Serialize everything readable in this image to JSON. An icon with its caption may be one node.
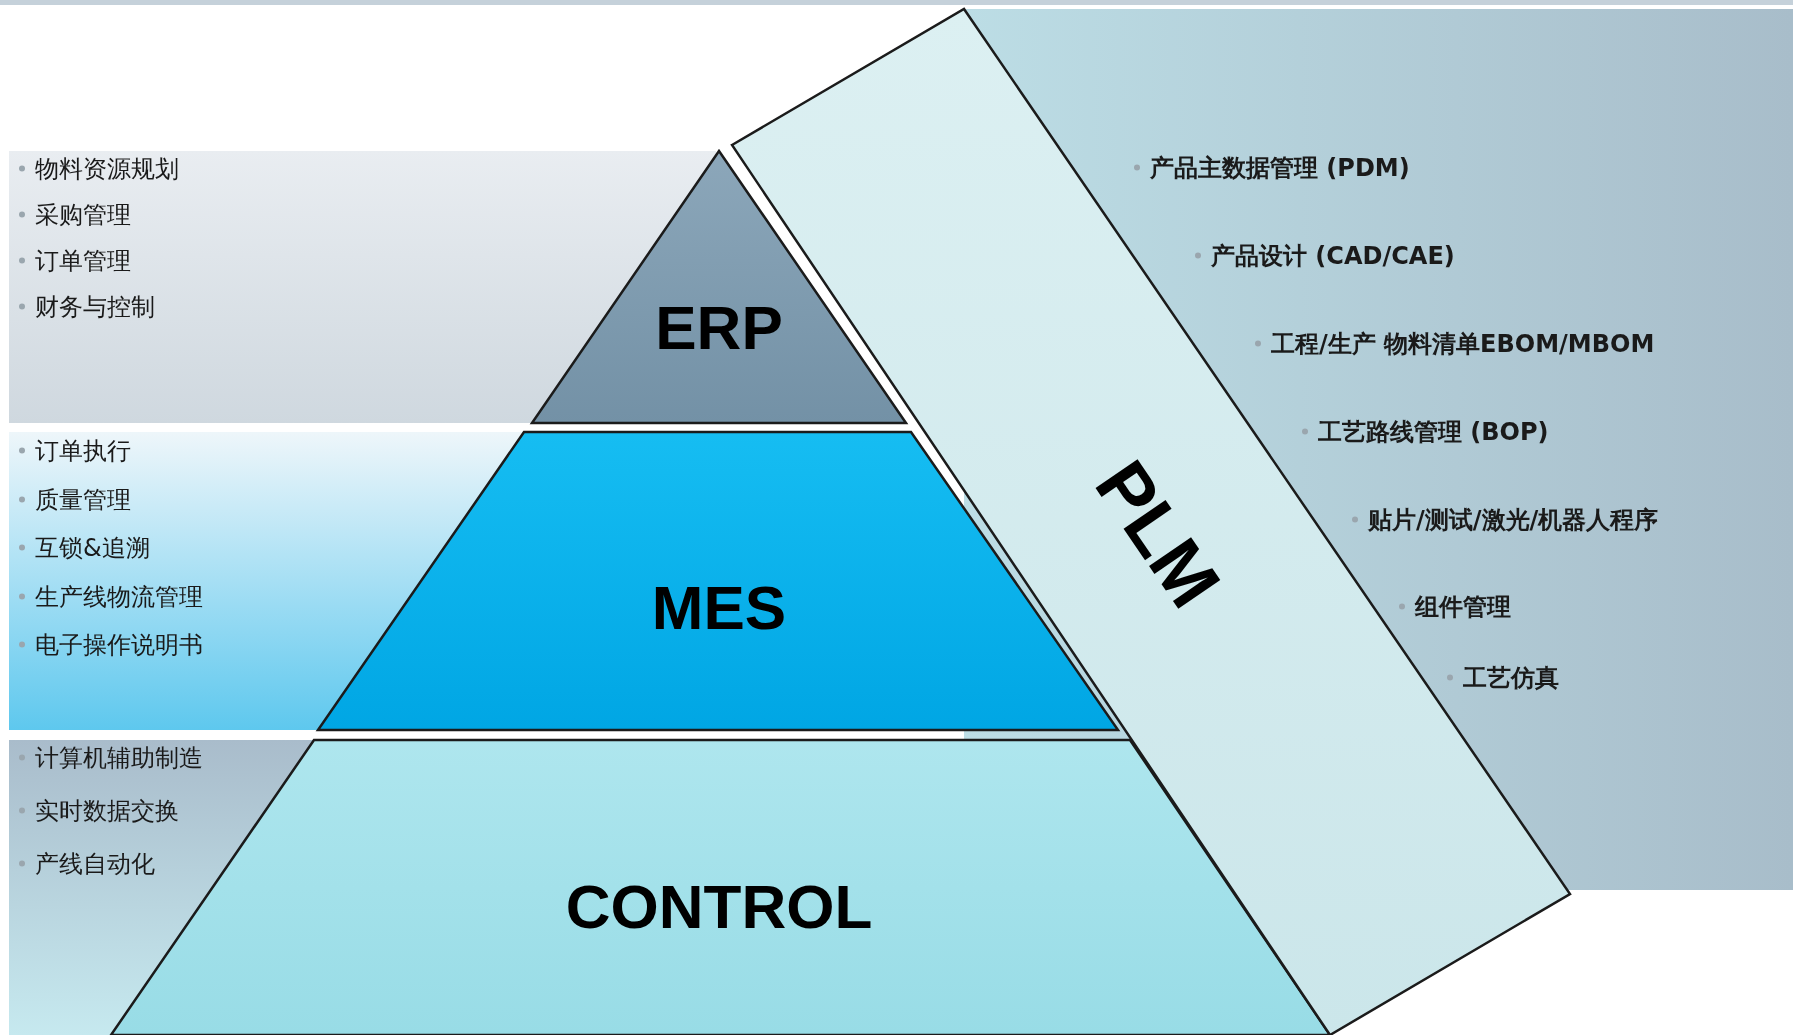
{
  "diagram": {
    "nodes": [
      {
        "text": [
          "物料资源规划",
          "采购管理",
          "订单管理",
          "财务与控制"
        ]
      },
      {
        "text": [
          "ERP"
        ]
      },
      {
        "text": [
          "订单执行",
          "质量管理",
          "互锁&追溯",
          "生产线物流管理",
          "电子操作说明书"
        ]
      },
      {
        "text": [
          "MES"
        ]
      },
      {
        "text": [
          "计算机辅助制造",
          "实时数据交换",
          "产线自动化"
        ]
      },
      {
        "text": [
          "CONTROL"
        ]
      },
      {
        "text": [
          "PLM"
        ]
      }
    ],
    "edges": [],
    "labels": [
      "产品主数据管理 (PDM)",
      "产品设计 (CAD/CAE)",
      "工程/生产 物料清单EBOM/MBOM",
      "工艺路线管理 (BOP)",
      "贴片/测试/激光/机器人程序",
      "组件管理",
      "工艺仿真"
    ]
  }
}
